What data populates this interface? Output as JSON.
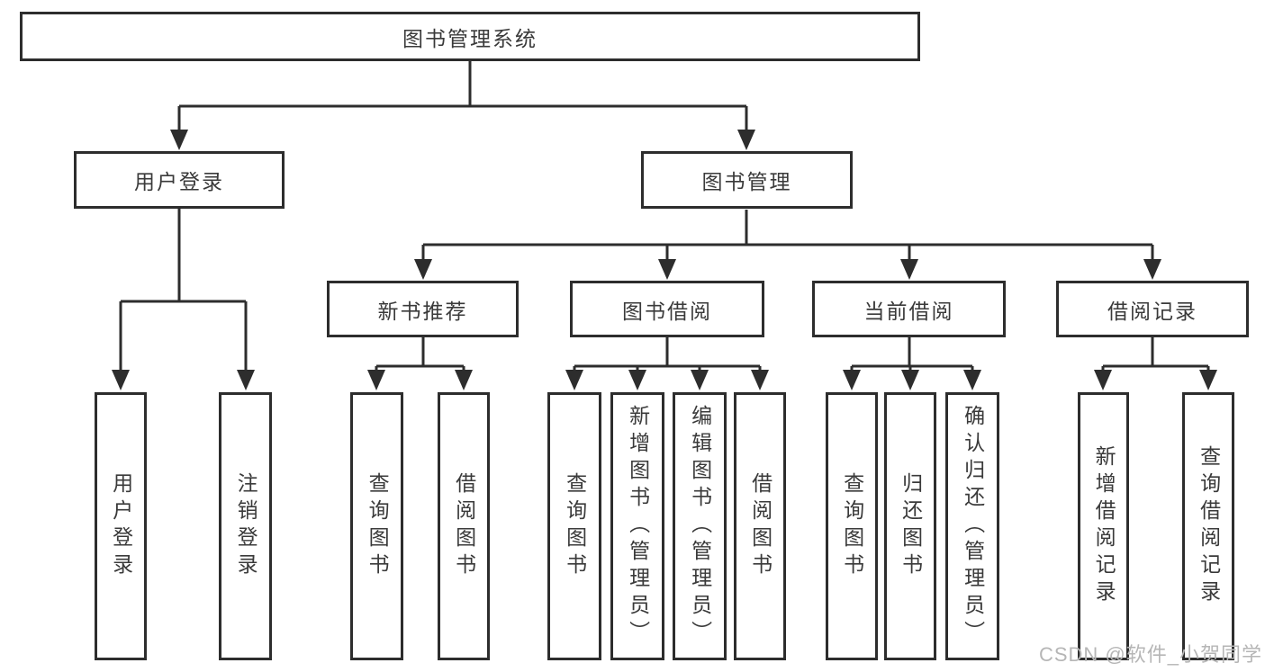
{
  "tree": {
    "root": "图书管理系统",
    "branches": [
      {
        "label": "用户登录",
        "children": [
          "用户登录",
          "注销登录"
        ]
      },
      {
        "label": "图书管理",
        "sections": [
          {
            "label": "新书推荐",
            "children": [
              "查询图书",
              "借阅图书"
            ]
          },
          {
            "label": "图书借阅",
            "children": [
              "查询图书",
              "新增图书（管理员）",
              "编辑图书（管理员）",
              "借阅图书"
            ]
          },
          {
            "label": "当前借阅",
            "children": [
              "查询图书",
              "归还图书",
              "确认归还（管理员）"
            ]
          },
          {
            "label": "借阅记录",
            "children": [
              "新增借阅记录",
              "查询借阅记录"
            ]
          }
        ]
      }
    ]
  },
  "watermark": "CSDN @软件_小贺同学",
  "colors": {
    "line": "#2d2d2d",
    "text": "#3a3a3a",
    "watermark": "#b6b6b6",
    "background": "#ffffff"
  }
}
